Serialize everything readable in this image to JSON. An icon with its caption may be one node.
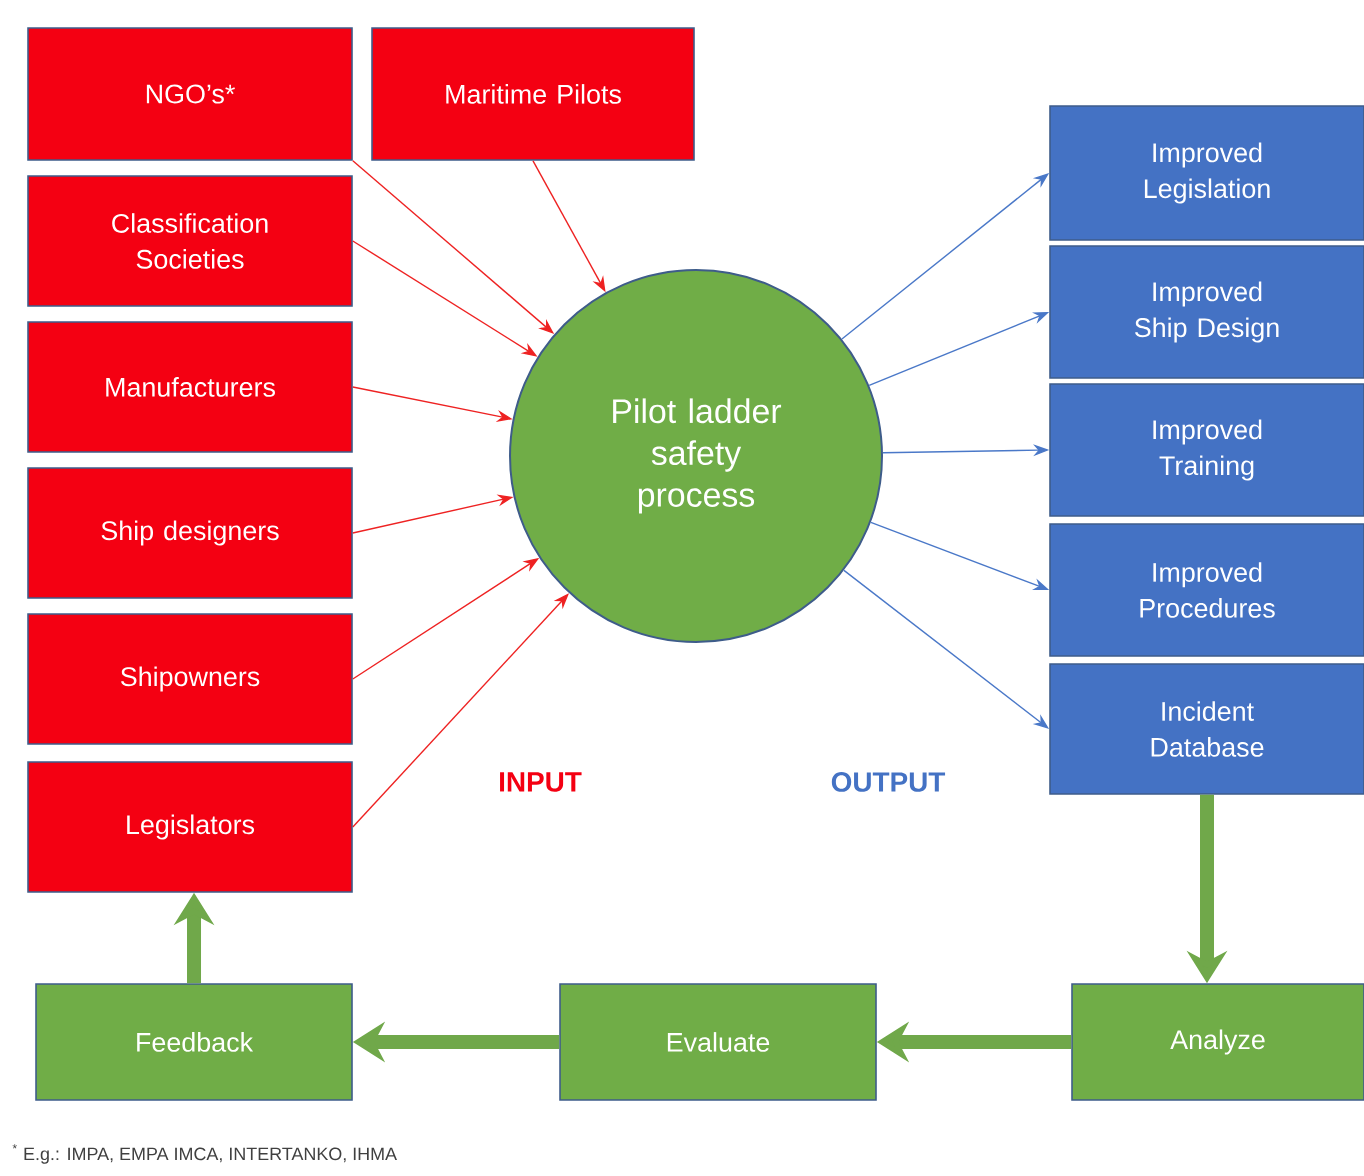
{
  "diagram": {
    "nodes": [
      {
        "text": [
          "NGO’s*"
        ]
      },
      {
        "text": [
          "Maritime Pilots"
        ]
      },
      {
        "text": [
          "Classification Societies"
        ]
      },
      {
        "text": [
          "Manufacturers"
        ]
      },
      {
        "text": [
          "Ship designers"
        ]
      },
      {
        "text": [
          "Shipowners"
        ]
      },
      {
        "text": [
          "Legislators"
        ]
      },
      {
        "text": [
          "Pilot ladder safety process"
        ]
      },
      {
        "text": [
          "Improved Legislation"
        ]
      },
      {
        "text": [
          "Improved Ship Design"
        ]
      },
      {
        "text": [
          "Improved Training"
        ]
      },
      {
        "text": [
          "Improved Procedures"
        ]
      },
      {
        "text": [
          "Incident Database"
        ]
      },
      {
        "text": [
          "Feedback"
        ]
      },
      {
        "text": [
          "Evaluate"
        ]
      },
      {
        "text": [
          "Analyze"
        ]
      }
    ],
    "edges": [
      {
        "from": 0,
        "to": 7,
        "arrow": "to",
        "color": "#ee2222"
      },
      {
        "from": 1,
        "to": 7,
        "arrow": "to",
        "color": "#ee2222"
      },
      {
        "from": 2,
        "to": 7,
        "arrow": "to",
        "color": "#ee2222"
      },
      {
        "from": 3,
        "to": 7,
        "arrow": "to",
        "color": "#ee2222"
      },
      {
        "from": 4,
        "to": 7,
        "arrow": "to",
        "color": "#ee2222"
      },
      {
        "from": 5,
        "to": 7,
        "arrow": "to",
        "color": "#ee2222"
      },
      {
        "from": 6,
        "to": 7,
        "arrow": "to",
        "color": "#ee2222"
      },
      {
        "from": 7,
        "to": 8,
        "arrow": "to",
        "color": "#4a78c8"
      },
      {
        "from": 7,
        "to": 9,
        "arrow": "to",
        "color": "#4a78c8"
      },
      {
        "from": 7,
        "to": 10,
        "arrow": "to",
        "color": "#4a78c8"
      },
      {
        "from": 7,
        "to": 11,
        "arrow": "to",
        "color": "#4a78c8"
      },
      {
        "from": 7,
        "to": 12,
        "arrow": "to",
        "color": "#4a78c8"
      },
      {
        "from": 12,
        "to": 15,
        "arrow": "to",
        "style": "thick",
        "color": "#70a84a"
      },
      {
        "from": 15,
        "to": 14,
        "arrow": "to",
        "style": "thick",
        "color": "#70a84a"
      },
      {
        "from": 14,
        "to": 13,
        "arrow": "to",
        "style": "thick",
        "color": "#70a84a"
      },
      {
        "from": 13,
        "to": 6,
        "arrow": "to",
        "style": "thick",
        "color": "#70a84a"
      }
    ],
    "labels": [
      "INPUT",
      "OUTPUT",
      "$^{*}$ E.g.: IMPA, EMPA IMCA, INTERTANKO, IHMA"
    ]
  }
}
